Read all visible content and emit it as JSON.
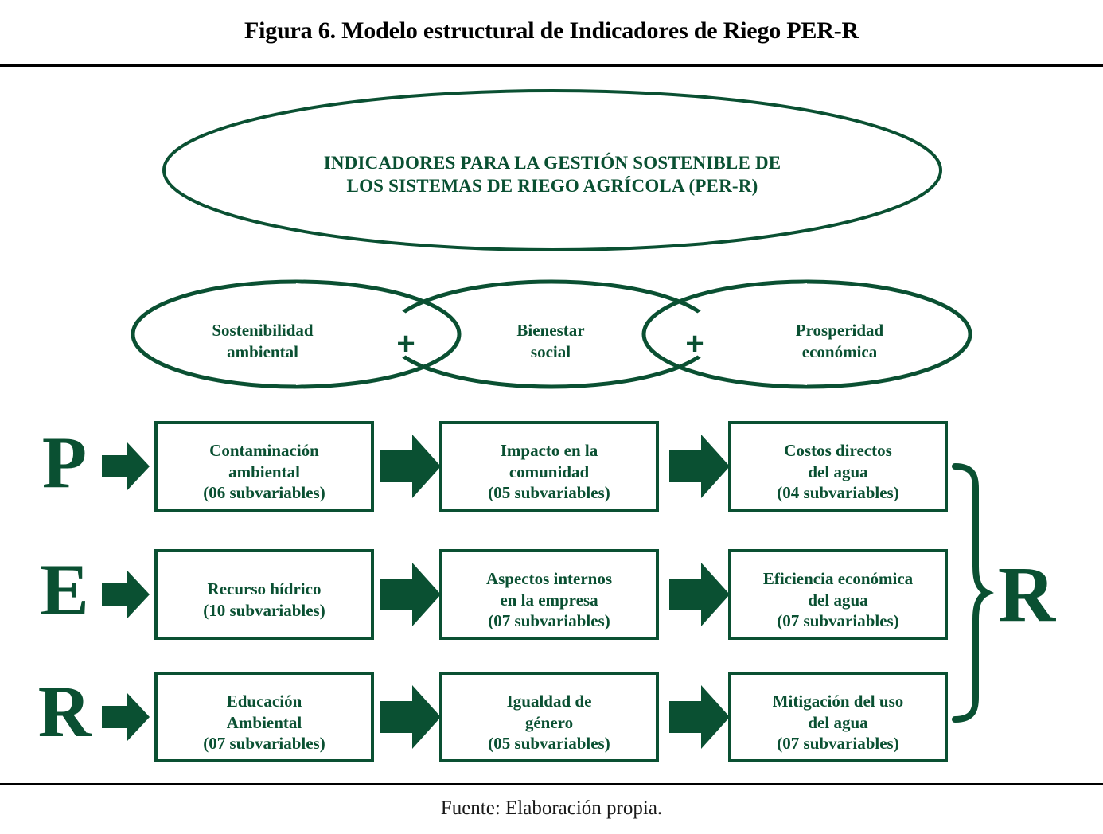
{
  "figure": {
    "title": "Figura 6. Modelo estructural de Indicadores de Riego PER-R",
    "source": "Fuente: Elaboración propia.",
    "accent_color": "#0a5032",
    "rule_color": "#000000",
    "background_color": "#ffffff"
  },
  "top_ellipse": {
    "line1": "INDICADORES PARA LA GESTIÓN SOSTENIBLE DE",
    "line2": "LOS SISTEMAS DE RIEGO AGRÍCOLA (PER-R)"
  },
  "pillars": {
    "items": [
      {
        "line1": "Sostenibilidad",
        "line2": "ambiental"
      },
      {
        "line1": "Bienestar",
        "line2": "social"
      },
      {
        "line1": "Prosperidad",
        "line2": "económica"
      }
    ],
    "operators": [
      "+",
      "+"
    ]
  },
  "matrix": {
    "row_letters": [
      "P",
      "E",
      "R"
    ],
    "brace_letter": "R",
    "rows": [
      {
        "letter": "P",
        "boxes": [
          {
            "line1": "Contaminación",
            "line2": "ambiental",
            "line3": "(06 subvariables)"
          },
          {
            "line1": "Impacto en la",
            "line2": "comunidad",
            "line3": "(05 subvariables)"
          },
          {
            "line1": "Costos directos",
            "line2": "del agua",
            "line3": "(04 subvariables)"
          }
        ]
      },
      {
        "letter": "E",
        "boxes": [
          {
            "line1": "Recurso hídrico",
            "line2": "(10 subvariables)",
            "line3": ""
          },
          {
            "line1": "Aspectos internos",
            "line2": "en la empresa",
            "line3": "(07 subvariables)"
          },
          {
            "line1": "Eficiencia económica",
            "line2": "del agua",
            "line3": "(07 subvariables)"
          }
        ]
      },
      {
        "letter": "R",
        "boxes": [
          {
            "line1": "Educación",
            "line2": "Ambiental",
            "line3": "(07 subvariables)"
          },
          {
            "line1": "Igualdad de",
            "line2": "género",
            "line3": "(05 subvariables)"
          },
          {
            "line1": "Mitigación del uso",
            "line2": "del agua",
            "line3": "(07 subvariables)"
          }
        ]
      }
    ]
  }
}
